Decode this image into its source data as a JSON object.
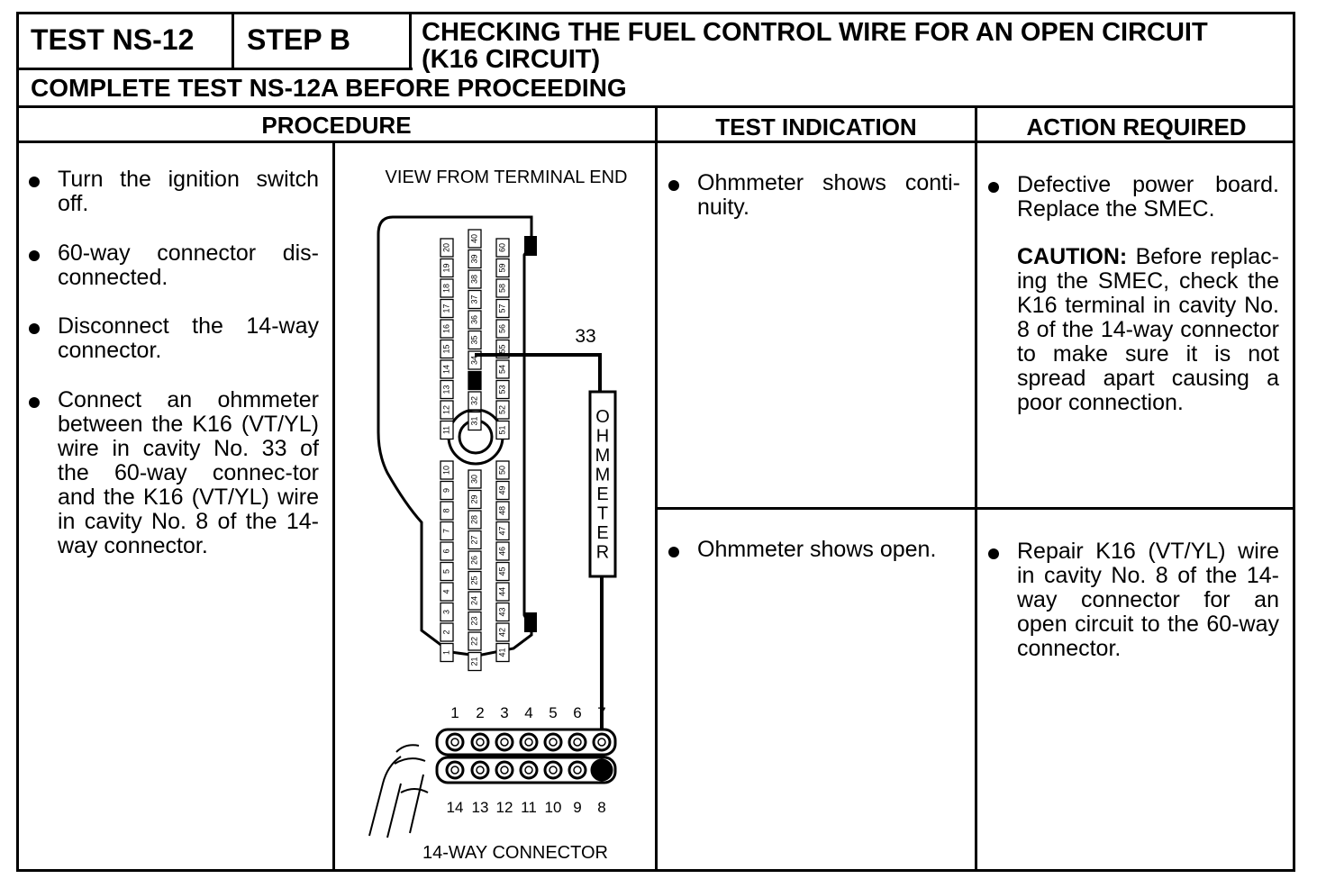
{
  "header": {
    "test_id": "TEST NS-12",
    "step": "STEP B",
    "title_line1": "CHECKING THE FUEL CONTROL WIRE FOR AN OPEN CIRCUIT",
    "title_line2": "(K16 CIRCUIT)",
    "prerequisite": "COMPLETE TEST NS-12A BEFORE PROCEEDING"
  },
  "columns": {
    "procedure": "PROCEDURE",
    "test_indication": "TEST INDICATION",
    "action_required": "ACTION REQUIRED"
  },
  "procedure_steps": [
    "Turn the ignition switch off.",
    "60-way connector dis-connected.",
    "Disconnect the 14-way connector.",
    "Connect an ohmmeter between the K16 (VT/YL) wire in cavity No. 33 of the 60-way connec-tor and the K16 (VT/YL) wire in cavity No. 8 of the 14-way connector."
  ],
  "diagram": {
    "view_label": "VIEW FROM TERMINAL END",
    "wire_label": "33",
    "meter_label": "OHMMETER",
    "connector_label": "14-WAY CONNECTOR",
    "top_pins": [
      "1",
      "2",
      "3",
      "4",
      "5",
      "6",
      "7"
    ],
    "bottom_pins": [
      "14",
      "13",
      "12",
      "11",
      "10",
      "9",
      "8"
    ],
    "col_a_top": [
      "20",
      "19",
      "18",
      "17",
      "16",
      "15",
      "14",
      "13",
      "12",
      "11"
    ],
    "col_b_top": [
      "40",
      "39",
      "38",
      "37",
      "36",
      "35",
      "34",
      "33",
      "32",
      "31"
    ],
    "col_c_top": [
      "60",
      "59",
      "58",
      "57",
      "56",
      "55",
      "54",
      "53",
      "52",
      "51"
    ],
    "col_a_bot": [
      "10",
      "9",
      "8",
      "7",
      "6",
      "5",
      "4",
      "3",
      "2",
      "1"
    ],
    "col_b_bot": [
      "30",
      "29",
      "28",
      "27",
      "26",
      "25",
      "24",
      "23",
      "22",
      "21"
    ],
    "col_c_bot": [
      "50",
      "49",
      "48",
      "47",
      "46",
      "45",
      "44",
      "43",
      "42",
      "41"
    ]
  },
  "rows": [
    {
      "indication": "Ohmmeter shows conti-nuity.",
      "action": "Defective power board. Replace the SMEC.",
      "caution_label": "CAUTION:",
      "caution_text": "Before replac-ing the SMEC, check the K16 terminal in cavity No. 8 of the 14-way connector to make sure it is not spread apart causing a poor connection."
    },
    {
      "indication": "Ohmmeter shows open.",
      "action": "Repair K16 (VT/YL) wire in cavity No. 8 of the 14-way connector for an open circuit to the 60-way connector."
    }
  ]
}
